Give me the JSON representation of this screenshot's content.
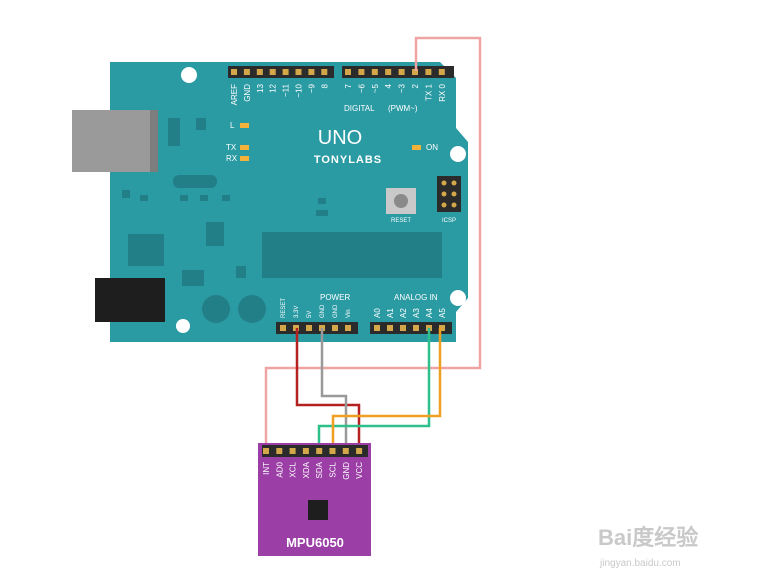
{
  "board": {
    "name": "UNO",
    "brand": "TONYLABS",
    "digital_label": "DIGITAL",
    "pwm_label": "(PWM~)",
    "digital_pins": [
      "AREF",
      "GND",
      "13",
      "12",
      "~11",
      "~10",
      "~9",
      "8",
      "7",
      "~6",
      "~5",
      "4",
      "~3",
      "2",
      "TX 1",
      "RX 0"
    ],
    "led_l": "L",
    "led_tx": "TX",
    "led_rx": "RX",
    "led_on": "ON",
    "reset_label": "RESET",
    "icsp_label": "ICSP",
    "power_label": "POWER",
    "analog_label": "ANALOG IN",
    "power_pins": [
      "RESET",
      "3.3V",
      "5V",
      "GND",
      "GND",
      "Vin"
    ],
    "analog_pins": [
      "A0",
      "A1",
      "A2",
      "A3",
      "A4",
      "A5"
    ],
    "color": "#2a9aa3"
  },
  "sensor": {
    "name": "MPU6050",
    "pins": [
      "INT",
      "AD0",
      "XCL",
      "XDA",
      "SDA",
      "SCL",
      "GND",
      "VCC"
    ],
    "color": "#9b3ea6"
  },
  "wires": [
    {
      "from": "2",
      "to": "INT",
      "color": "#f0a3a3"
    },
    {
      "from": "3.3V",
      "to": "VCC",
      "color": "#b52020"
    },
    {
      "from": "GND",
      "to": "GND",
      "color": "#999999"
    },
    {
      "from": "A4",
      "to": "SDA",
      "color": "#2ec08a"
    },
    {
      "from": "A5",
      "to": "SCL",
      "color": "#f0a020"
    }
  ],
  "watermark": {
    "logo": "Bai度经验",
    "url": "jingyan.baidu.com"
  }
}
